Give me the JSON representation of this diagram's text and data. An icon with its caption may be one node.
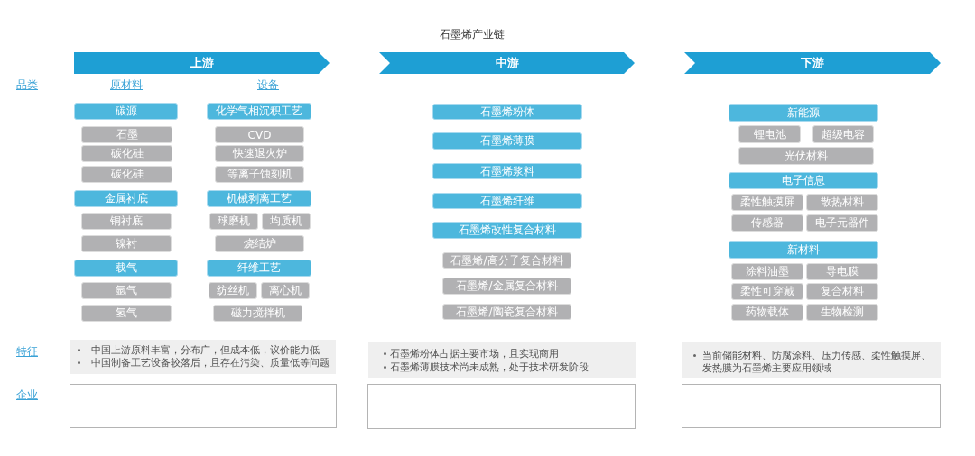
{
  "diagram": {
    "title": "石墨烯产业链",
    "nodes": [
      {
        "text": [
          "上游"
        ]
      },
      {
        "text": [
          "碳源"
        ]
      },
      {
        "text": [
          "石墨"
        ]
      },
      {
        "text": [
          "碳化硅"
        ]
      },
      {
        "text": [
          "碳化硅"
        ]
      },
      {
        "text": [
          "金属衬底"
        ]
      },
      {
        "text": [
          "铜衬底"
        ]
      },
      {
        "text": [
          "镍衬"
        ]
      },
      {
        "text": [
          "载气"
        ]
      },
      {
        "text": [
          "氩气"
        ]
      },
      {
        "text": [
          "氢气"
        ]
      },
      {
        "text": [
          "化学气相沉积工艺"
        ]
      },
      {
        "text": [
          "CVD"
        ]
      },
      {
        "text": [
          "快速退火炉"
        ]
      },
      {
        "text": [
          "等离子蚀刻机"
        ]
      },
      {
        "text": [
          "机械剥离工艺"
        ]
      },
      {
        "text": [
          "球磨机"
        ]
      },
      {
        "text": [
          "均质机"
        ]
      },
      {
        "text": [
          "烧结炉"
        ]
      },
      {
        "text": [
          "纤维工艺"
        ]
      },
      {
        "text": [
          "纺丝机"
        ]
      },
      {
        "text": [
          "离心机"
        ]
      },
      {
        "text": [
          "磁力搅拌机"
        ]
      },
      {
        "text": [
          "中游"
        ]
      },
      {
        "text": [
          "石墨烯粉体"
        ]
      },
      {
        "text": [
          "石墨烯薄膜"
        ]
      },
      {
        "text": [
          "石墨烯浆料"
        ]
      },
      {
        "text": [
          "石墨烯纤维"
        ]
      },
      {
        "text": [
          "石墨烯改性复合材料"
        ]
      },
      {
        "text": [
          "石墨烯/高分子复合材料"
        ]
      },
      {
        "text": [
          "石墨烯/金属复合材料"
        ]
      },
      {
        "text": [
          "石墨烯/陶瓷复合材料"
        ]
      },
      {
        "text": [
          "下游"
        ]
      },
      {
        "text": [
          "新能源"
        ]
      },
      {
        "text": [
          "锂电池"
        ]
      },
      {
        "text": [
          "超级电容"
        ]
      },
      {
        "text": [
          "光伏材料"
        ]
      },
      {
        "text": [
          "电子信息"
        ]
      },
      {
        "text": [
          "柔性触摸屏"
        ]
      },
      {
        "text": [
          "散热材料"
        ]
      },
      {
        "text": [
          "传感器"
        ]
      },
      {
        "text": [
          "电子元器件"
        ]
      },
      {
        "text": [
          "新材料"
        ]
      },
      {
        "text": [
          "涂料油墨"
        ]
      },
      {
        "text": [
          "导电膜"
        ]
      },
      {
        "text": [
          "柔性可穿戴"
        ]
      },
      {
        "text": [
          "复合材料"
        ]
      },
      {
        "text": [
          "药物载体"
        ]
      },
      {
        "text": [
          "生物检测"
        ]
      },
      {
        "text": [
          "中国上游原料丰富，分布广，但成本低，议价能力低",
          "中国制备工艺设备较落后，且存在污染、质量低等问题"
        ]
      },
      {
        "text": [
          "石墨烯粉体占据主要市场，且实现商用",
          "石墨烯薄膜技术尚未成熟，处于技术研发阶段"
        ]
      },
      {
        "text": [
          "当前储能材料、防腐涂料、压力传感、柔性触摸屏、发热膜为石墨烯主要应用领域"
        ]
      },
      {
        "text": [],
        "shape": "box"
      },
      {
        "text": [],
        "shape": "box"
      },
      {
        "text": [],
        "shape": "box"
      }
    ],
    "labels": [
      "品类",
      "原材料",
      "设备",
      "特征",
      "企业"
    ]
  }
}
